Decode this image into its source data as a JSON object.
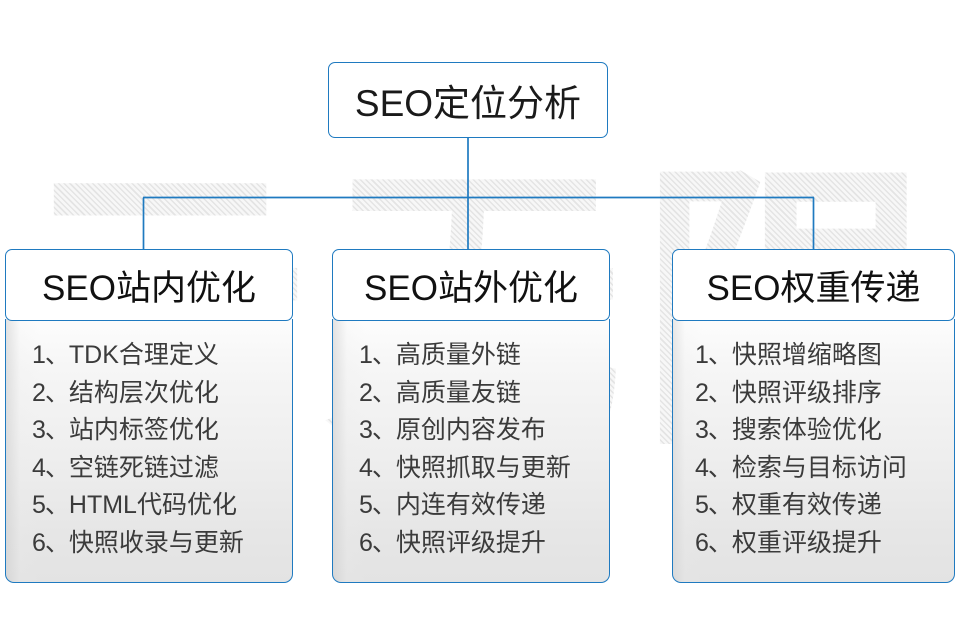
{
  "watermark": {
    "text": "云无限"
  },
  "colors": {
    "connector": "#1f7ac0",
    "border": "#1f7ac0",
    "heading_text": "#111111",
    "item_text": "#3b3b3b",
    "watermark": "#ececec",
    "background": "#ffffff"
  },
  "root": {
    "title": "SEO定位分析"
  },
  "columns": [
    {
      "header": "SEO站内优化",
      "items": [
        {
          "index": "1、",
          "label": "TDK合理定义"
        },
        {
          "index": "2、",
          "label": "结构层次优化"
        },
        {
          "index": "3、",
          "label": "站内标签优化"
        },
        {
          "index": "4、",
          "label": "空链死链过滤"
        },
        {
          "index": "5、",
          "label": "HTML代码优化"
        },
        {
          "index": "6、",
          "label": "快照收录与更新"
        }
      ]
    },
    {
      "header": "SEO站外优化",
      "items": [
        {
          "index": "1、",
          "label": "高质量外链"
        },
        {
          "index": "2、",
          "label": "高质量友链"
        },
        {
          "index": "3、",
          "label": "原创内容发布"
        },
        {
          "index": "4、",
          "label": "快照抓取与更新"
        },
        {
          "index": "5、",
          "label": "内连有效传递"
        },
        {
          "index": "6、",
          "label": "快照评级提升"
        }
      ]
    },
    {
      "header": "SEO权重传递",
      "items": [
        {
          "index": "1、",
          "label": "快照增缩略图"
        },
        {
          "index": "2、",
          "label": "快照评级排序"
        },
        {
          "index": "3、",
          "label": "搜索体验优化"
        },
        {
          "index": "4、",
          "label": "检索与目标访问"
        },
        {
          "index": "5、",
          "label": "权重有效传递"
        },
        {
          "index": "6、",
          "label": "权重评级提升"
        }
      ]
    }
  ]
}
